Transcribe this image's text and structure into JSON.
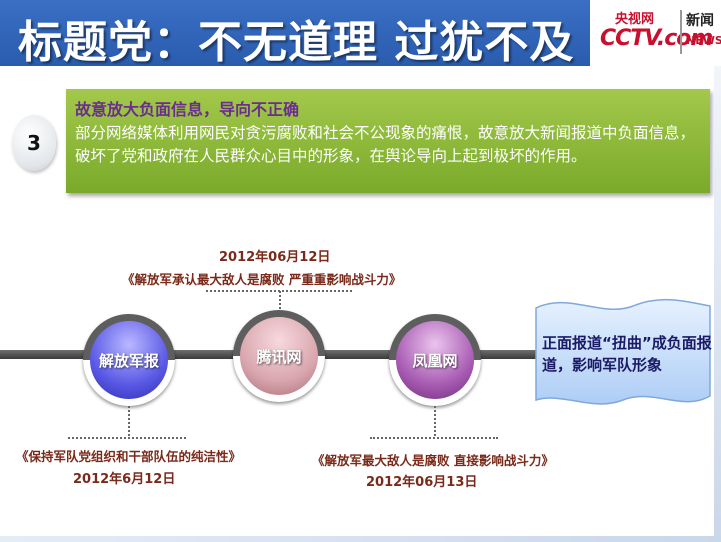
{
  "header": {
    "title": "标题党：不无道理 过犹不及",
    "logo": {
      "cn": "央视网",
      "brand": "CCTV.com",
      "news_cn": "新闻",
      "news_en": "NEWS"
    }
  },
  "point": {
    "number": "3",
    "title": "故意放大负面信息，导向不正确",
    "body": "部分网络媒体利用网民对贪污腐败和社会不公现象的痛恨，故意放大新闻报道中负面信息，破坏了党和政府在人民群众心目中的形象，在舆论导向上起到极坏的作用。"
  },
  "timeline": {
    "nodes": [
      {
        "label": "解放军报",
        "headline": "《保持军队党组织和干部队伍的纯洁性》",
        "date": "2012年6月12日"
      },
      {
        "label": "腾讯网",
        "headline": "《解放军承认最大敌人是腐败 严重重影响战斗力》",
        "date": "2012年06月12日"
      },
      {
        "label": "凤凰网",
        "headline": "《解放军最大敌人是腐败 直接影响战斗力》",
        "date": "2012年06月13日"
      }
    ],
    "conclusion": "正面报道“扭曲”成负面报道，影响军队形象"
  },
  "colors": {
    "header_blue": "#2a5cae",
    "green_box": "#8cb83a",
    "title_purple": "#6b2d8f",
    "date_red": "#7a2a1a",
    "brand_red": "#c8102e"
  }
}
